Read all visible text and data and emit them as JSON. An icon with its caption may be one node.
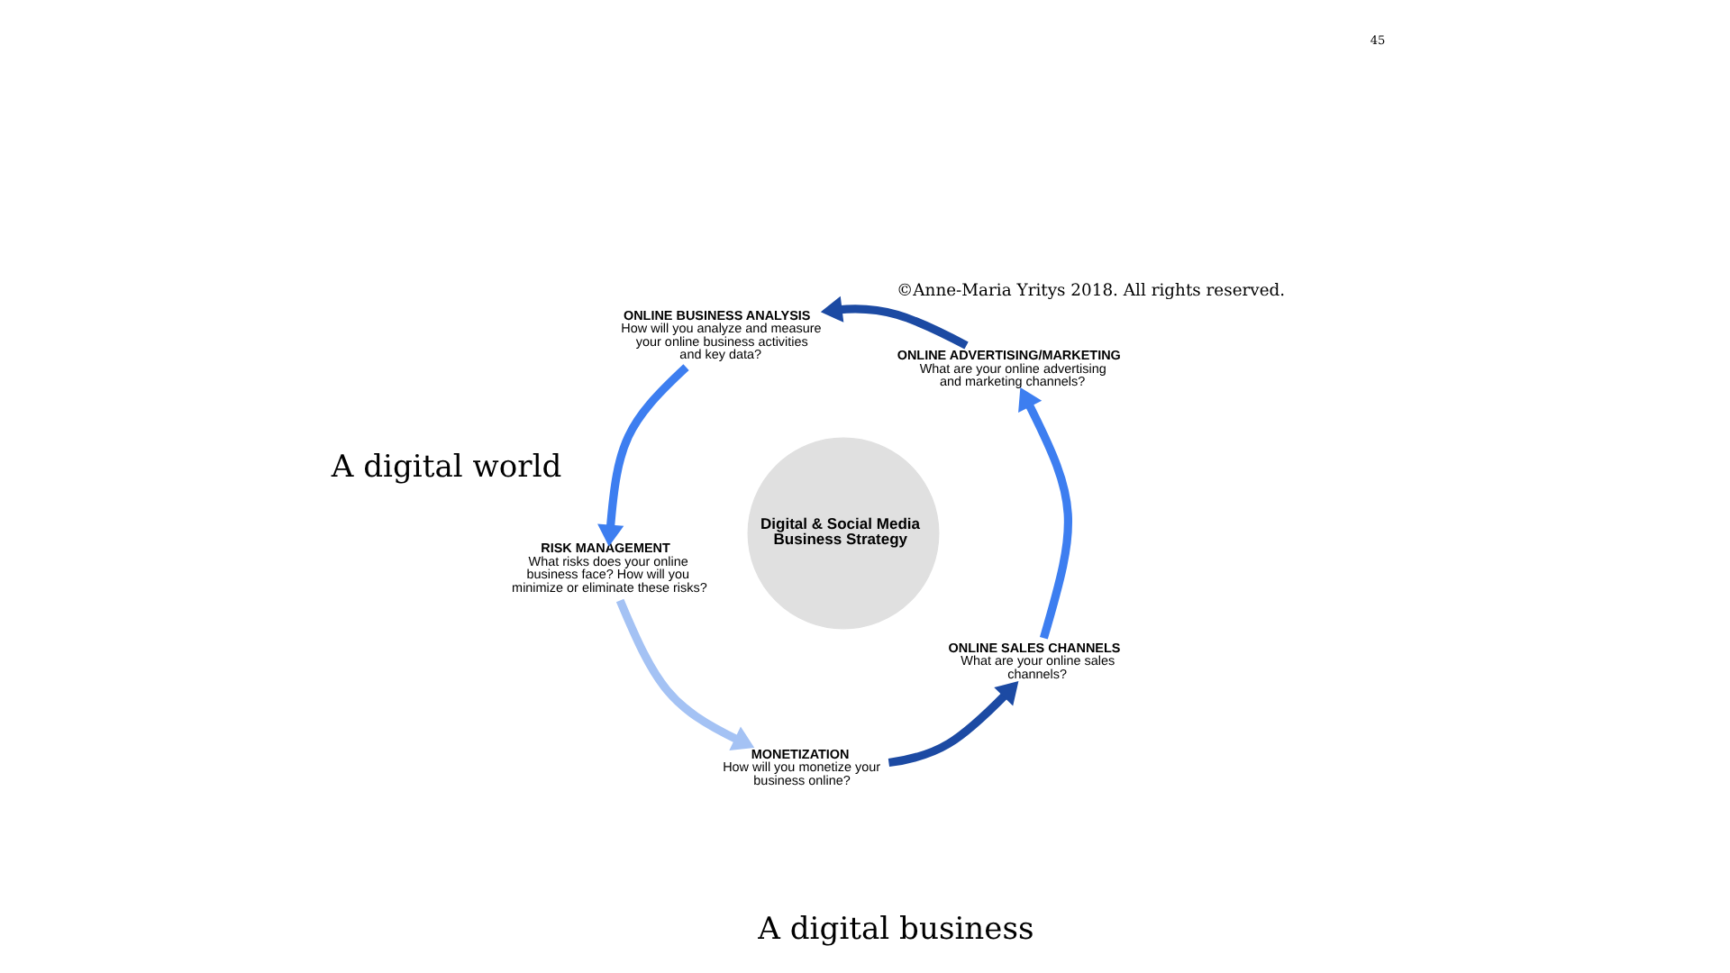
{
  "diagram": {
    "nodes": [
      {
        "text": [
          "Digital & Social Media Business Strategy"
        ]
      },
      {
        "text": [
          "RISK MANAGEMENT",
          "What risks does your online business face? How will you minimize or eliminate these risks?"
        ]
      },
      {
        "text": [
          "MONETIZATION",
          "How will you monetize your business online?"
        ]
      },
      {
        "text": [
          "ONLINE SALES CHANNELS",
          "What are your online sales channels?"
        ]
      },
      {
        "text": [
          "ONLINE ADVERTISING/MARKETING",
          "What are your online advertising and marketing channels?"
        ]
      },
      {
        "text": [
          "ONLINE BUSINESS ANALYSIS",
          "How will you analyze and measure your online business activities and key data?"
        ]
      }
    ],
    "edges": [
      {
        "from": 1,
        "to": 2,
        "arrow": "to",
        "color": "#a4c2f4"
      },
      {
        "from": 2,
        "to": 3,
        "arrow": "to",
        "color": "#1c4aa3"
      },
      {
        "from": 3,
        "to": 4,
        "arrow": "to",
        "color": "#3d7ef0"
      },
      {
        "from": 4,
        "to": 5,
        "arrow": "to",
        "color": "#1c4aa3"
      },
      {
        "from": 5,
        "to": 1,
        "arrow": "to",
        "color": "#3d7ef0"
      }
    ],
    "labels": [
      "A digital world",
      "A digital business",
      "©Anne-Maria Yritys 2018. All rights reserved.",
      "45"
    ]
  }
}
